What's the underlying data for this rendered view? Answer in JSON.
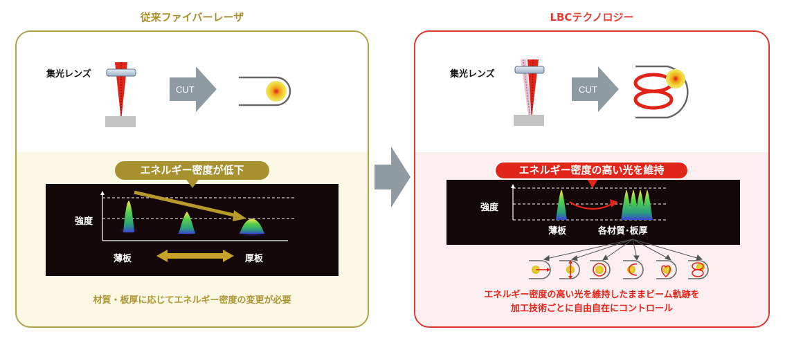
{
  "left_panel": {
    "title": "従来ファイバーレーザ",
    "lens_label": "集光レンズ",
    "cut_label": "CUT",
    "pill": "エネルギー密度が低下",
    "y_label": "強度",
    "thin_label": "薄板",
    "thick_label": "厚板",
    "caption": "材質・板厚に応じてエネルギー密度の変更が必要",
    "border_color": "#b2a04a"
  },
  "right_panel": {
    "title": "LBCテクノロジー",
    "lens_label": "集光レンズ",
    "cut_label": "CUT",
    "pill": "エネルギー密度の高い光を維持",
    "y_label": "強度",
    "thin_label": "薄板",
    "materials_label": "各材質･板厚",
    "caption_line1": "エネルギー密度の高い光を維持したままビーム軌跡を",
    "caption_line2": "加工技術ごとに自由自在にコントロール",
    "border_color": "#d9362c"
  },
  "center_arrow_color": "#8e9ba3"
}
